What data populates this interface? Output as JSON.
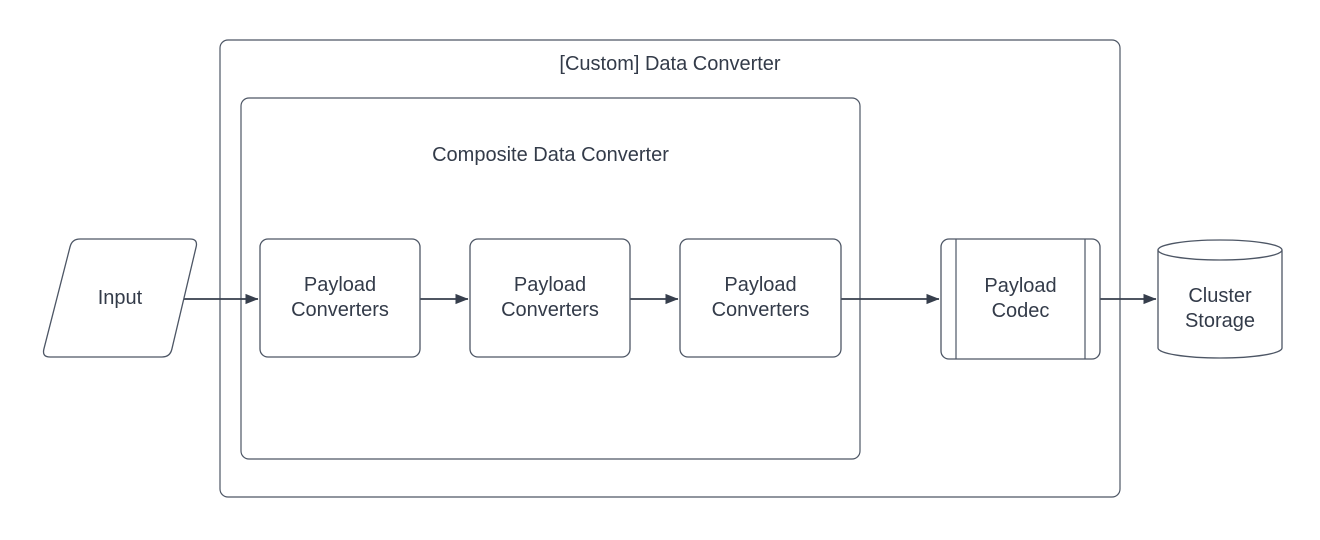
{
  "diagram": {
    "colors": {
      "stroke": "#4d5665",
      "arrow": "#363e4c",
      "text": "#333b49",
      "background": "#ffffff"
    },
    "containers": [
      {
        "id": "custom-data-converter",
        "label": "[Custom] Data Converter"
      },
      {
        "id": "composite-data-converter",
        "label": "Composite Data Converter"
      }
    ],
    "nodes": [
      {
        "id": "input",
        "shape": "parallelogram",
        "label": "Input"
      },
      {
        "id": "payload-converters-1",
        "shape": "rounded-rect",
        "label": "Payload\nConverters"
      },
      {
        "id": "payload-converters-2",
        "shape": "rounded-rect",
        "label": "Payload\nConverters"
      },
      {
        "id": "payload-converters-3",
        "shape": "rounded-rect",
        "label": "Payload\nConverters"
      },
      {
        "id": "payload-codec",
        "shape": "predefined-process",
        "label": "Payload\nCodec"
      },
      {
        "id": "cluster-storage",
        "shape": "cylinder",
        "label": "Cluster\nStorage"
      }
    ],
    "edges": [
      {
        "from": "input",
        "to": "payload-converters-1"
      },
      {
        "from": "payload-converters-1",
        "to": "payload-converters-2"
      },
      {
        "from": "payload-converters-2",
        "to": "payload-converters-3"
      },
      {
        "from": "payload-converters-3",
        "to": "payload-codec"
      },
      {
        "from": "payload-codec",
        "to": "cluster-storage"
      }
    ]
  }
}
